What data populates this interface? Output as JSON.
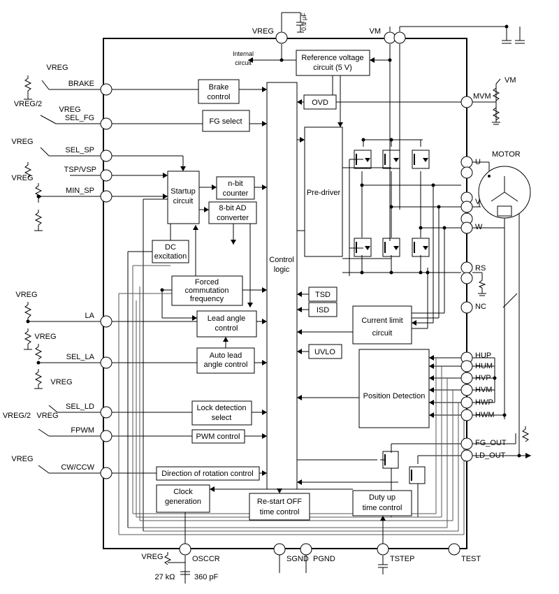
{
  "pins": {
    "vreg": "VREG",
    "vm": "VM",
    "brake": "BRAKE",
    "sel_fg": "SEL_FG",
    "sel_sp": "SEL_SP",
    "tsp_vsp": "TSP/VSP",
    "min_sp": "MIN_SP",
    "la": "LA",
    "sel_la": "SEL_LA",
    "sel_ld": "SEL_LD",
    "fpwm": "FPWM",
    "cw_ccw": "CW/CCW",
    "mvm": "MVM",
    "u": "U",
    "v": "V",
    "w": "W",
    "rs": "RS",
    "nc": "NC",
    "hup": "HUP",
    "hum": "HUM",
    "hvp": "HVP",
    "hvm": "HVM",
    "hwp": "HWP",
    "hwm": "HWM",
    "fg_out": "FG_OUT",
    "ld_out": "LD_OUT",
    "osccr": "OSCCR",
    "sgnd": "SGND",
    "pgnd": "PGND",
    "tstep": "TSTEP",
    "test": "TEST"
  },
  "external": {
    "vreg": "VREG",
    "vreg_half": "VREG/2",
    "vm": "VM",
    "cap_top": "0.1 μF",
    "motor": "MOTOR",
    "internal_circuit": [
      "Internal",
      "circuit"
    ],
    "r_osc": "27 kΩ",
    "c_osc": "360 pF"
  },
  "blocks": {
    "ref_voltage": [
      "Reference voltage",
      "circuit (5 V)"
    ],
    "brake_control": [
      "Brake",
      "control"
    ],
    "fg_select": [
      "FG select"
    ],
    "ovd": [
      "OVD"
    ],
    "startup": [
      "Startup",
      "circuit"
    ],
    "nbit": [
      "n-bit",
      "counter"
    ],
    "adc": [
      "8-bit AD",
      "converter"
    ],
    "predriver": [
      "Pre-driver"
    ],
    "dc_exc": [
      "DC",
      "excitation"
    ],
    "control_logic": [
      "Control",
      "logic"
    ],
    "forced_comm": [
      "Forced",
      "commutation",
      "frequency"
    ],
    "tsd": [
      "TSD"
    ],
    "isd": [
      "ISD"
    ],
    "lead_angle": [
      "Lead angle",
      "control"
    ],
    "current_limit": [
      "Current limit",
      "circuit"
    ],
    "auto_lead": [
      "Auto lead",
      "angle control"
    ],
    "uvlo": [
      "UVLO"
    ],
    "position_det": [
      "Position Detection"
    ],
    "lock_det": [
      "Lock detection",
      "select"
    ],
    "pwm_control": [
      "PWM control"
    ],
    "dir_control": [
      "Direction of rotation control"
    ],
    "clock_gen": [
      "Clock",
      "generation"
    ],
    "restart": [
      "Re-start OFF",
      "time control"
    ],
    "duty_up": [
      "Duty up",
      "time control"
    ]
  }
}
